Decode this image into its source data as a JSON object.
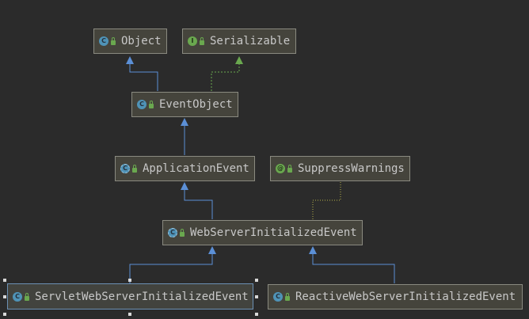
{
  "nodes": {
    "object": {
      "label": "Object",
      "kind": "class",
      "badge": "C"
    },
    "serializable": {
      "label": "Serializable",
      "kind": "interface",
      "badge": "I"
    },
    "event_object": {
      "label": "EventObject",
      "kind": "class",
      "badge": "C"
    },
    "application_event": {
      "label": "ApplicationEvent",
      "kind": "abstract",
      "badge": "C"
    },
    "suppress_warnings": {
      "label": "SuppressWarnings",
      "kind": "annotation",
      "badge": "@"
    },
    "web_server_initialized_event": {
      "label": "WebServerInitializedEvent",
      "kind": "abstract",
      "badge": "C"
    },
    "servlet_web_server_initialized_event": {
      "label": "ServletWebServerInitializedEvent",
      "kind": "class",
      "badge": "C",
      "selected": true
    },
    "reactive_web_server_initialized_event": {
      "label": "ReactiveWebServerInitializedEvent",
      "kind": "class",
      "badge": "C"
    }
  },
  "edges": [
    {
      "from": "event_object",
      "to": "object",
      "type": "extends"
    },
    {
      "from": "event_object",
      "to": "serializable",
      "type": "implements"
    },
    {
      "from": "application_event",
      "to": "event_object",
      "type": "extends"
    },
    {
      "from": "web_server_initialized_event",
      "to": "application_event",
      "type": "extends"
    },
    {
      "from": "web_server_initialized_event",
      "to": "suppress_warnings",
      "type": "annotated"
    },
    {
      "from": "servlet_web_server_initialized_event",
      "to": "web_server_initialized_event",
      "type": "extends"
    },
    {
      "from": "reactive_web_server_initialized_event",
      "to": "web_server_initialized_event",
      "type": "extends"
    }
  ],
  "colors": {
    "background": "#2b2b2b",
    "extends": "#5b8fd6",
    "implements": "#6aa84f",
    "annotated": "#b5b04a",
    "node_fill": "#45443c"
  }
}
